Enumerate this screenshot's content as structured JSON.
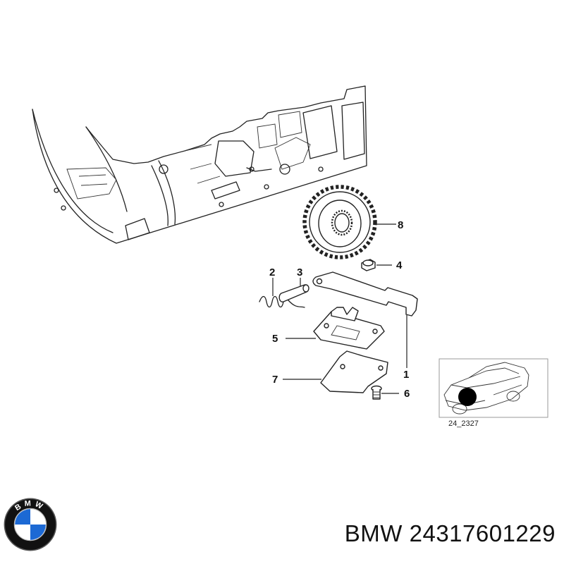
{
  "diagram": {
    "callouts": [
      "1",
      "2",
      "3",
      "4",
      "5",
      "6",
      "7",
      "8"
    ],
    "inset_code": "24_2327"
  },
  "logo": {
    "letters": "BMW",
    "colors": {
      "blue": "#1c69d4",
      "ring": "#111111",
      "white": "#ffffff"
    }
  },
  "caption": {
    "brand": "BMW",
    "part_number": "24317601229"
  }
}
